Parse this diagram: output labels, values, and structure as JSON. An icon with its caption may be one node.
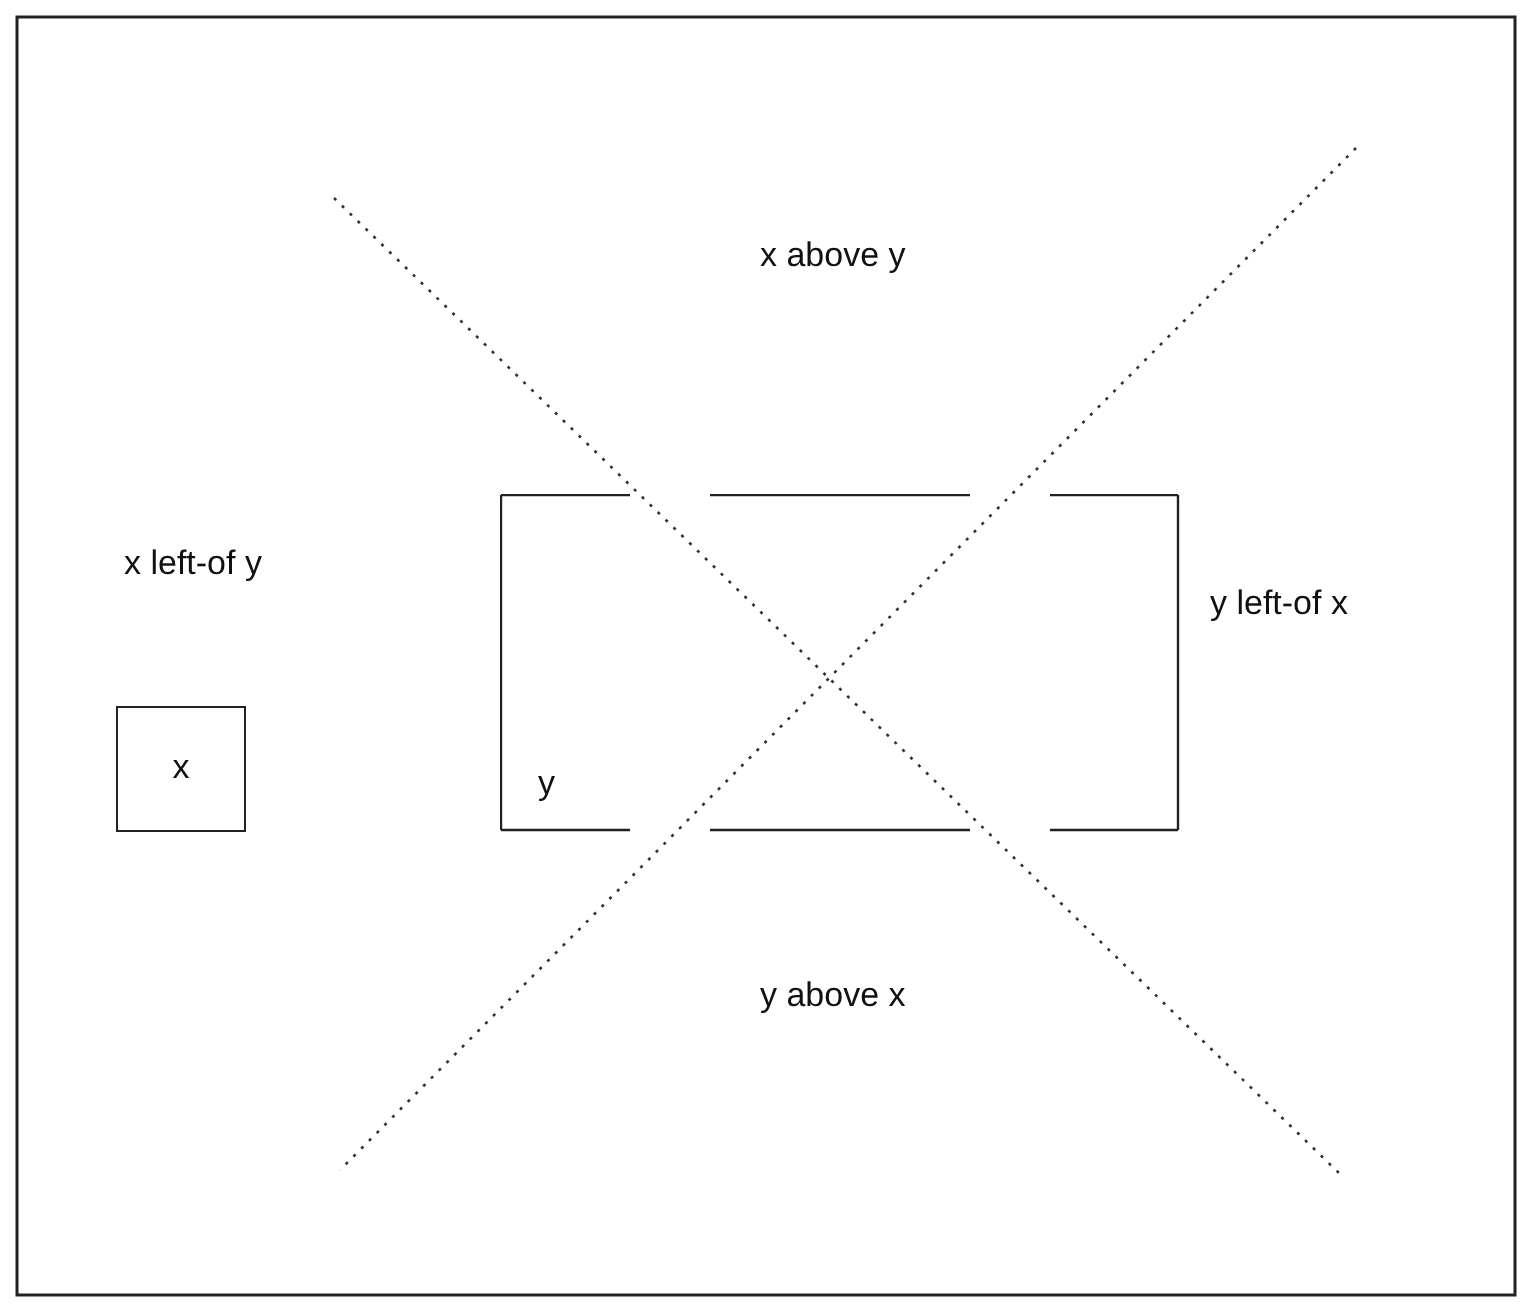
{
  "diagram": {
    "nodes": [
      {
        "text": [
          "x"
        ]
      },
      {
        "text": [
          "y"
        ]
      }
    ],
    "labels": [
      "x above y",
      "x left-of y",
      "y left-of x",
      "y above x"
    ]
  }
}
